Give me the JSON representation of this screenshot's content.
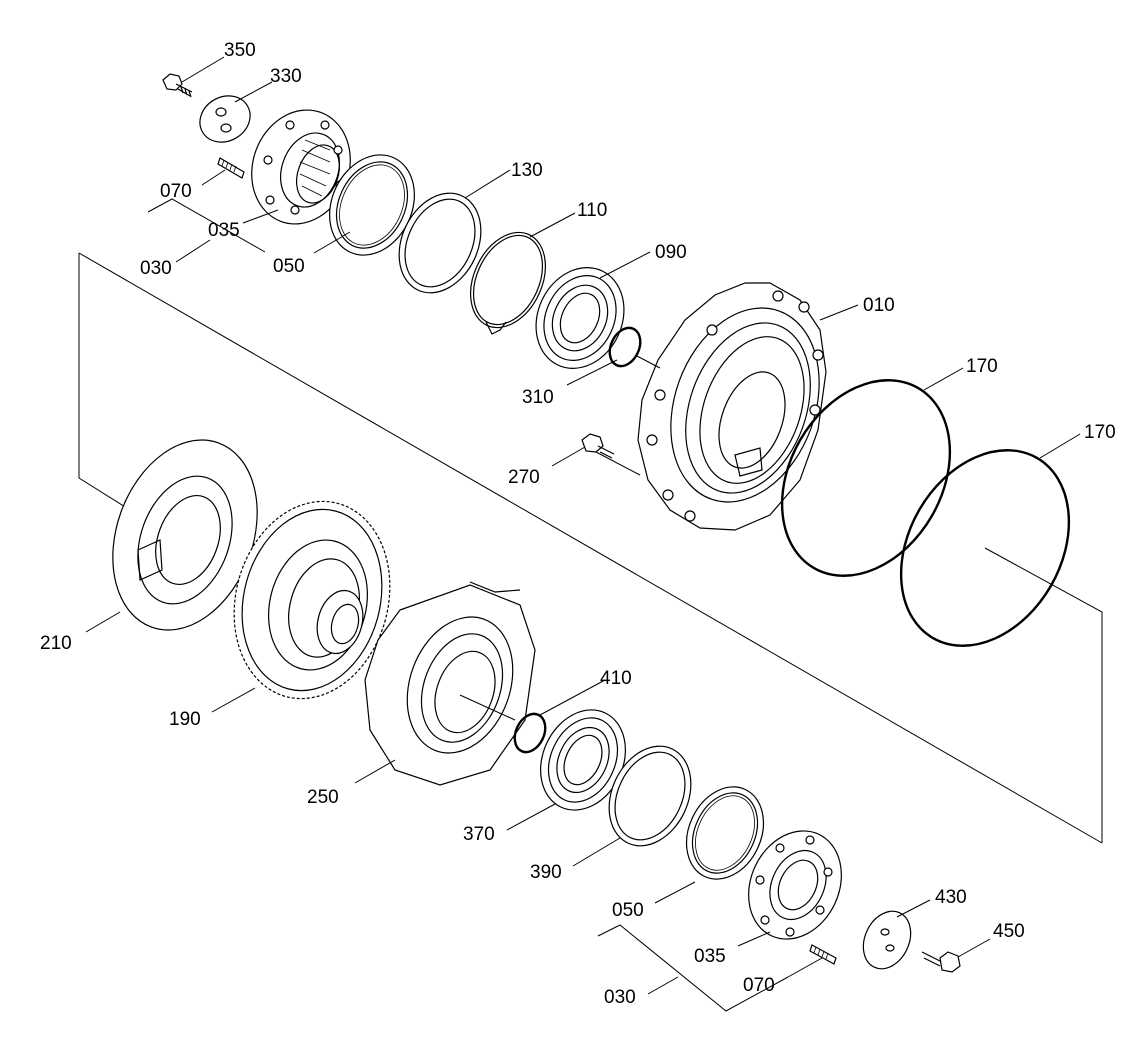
{
  "labels": {
    "l350": "350",
    "l330": "330",
    "l070_top": "070",
    "l035_top": "035",
    "l030_top": "030",
    "l050_top": "050",
    "l130": "130",
    "l110": "110",
    "l090": "090",
    "l010": "010",
    "l310": "310",
    "l170_a": "170",
    "l170_b": "170",
    "l270": "270",
    "l210": "210",
    "l190": "190",
    "l250": "250",
    "l410": "410",
    "l370": "370",
    "l390": "390",
    "l050_bot": "050",
    "l035_bot": "035",
    "l030_bot": "030",
    "l070_bot": "070",
    "l430": "430",
    "l450": "450"
  }
}
